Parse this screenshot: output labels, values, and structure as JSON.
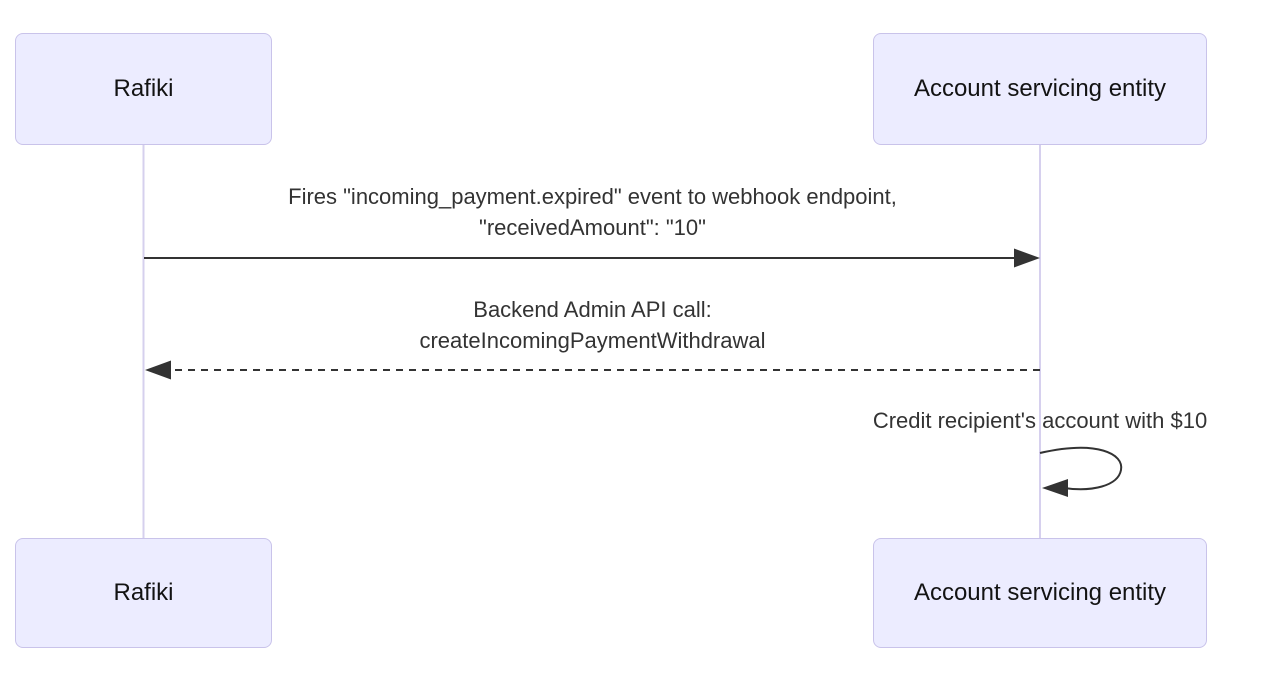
{
  "diagram": {
    "type": "sequence",
    "actors": {
      "left": {
        "label": "Rafiki"
      },
      "right": {
        "label": "Account servicing entity"
      }
    },
    "messages": [
      {
        "from": "Rafiki",
        "to": "Account servicing entity",
        "style": "solid-arrow",
        "line1": "Fires \"incoming_payment.expired\" event to webhook endpoint,",
        "line2": "\"receivedAmount\": \"10\""
      },
      {
        "from": "Account servicing entity",
        "to": "Rafiki",
        "style": "dashed-arrow",
        "line1": "Backend Admin API call:",
        "line2": "createIncomingPaymentWithdrawal"
      },
      {
        "from": "Account servicing entity",
        "to": "Account servicing entity",
        "style": "self-loop-arrow",
        "line1": "Credit recipient's account with $10"
      }
    ],
    "colors": {
      "background": "#FFFFFF",
      "actor_fill": "#ECECFF",
      "actor_border": "#C9C3EA",
      "lifeline": "#D6D0EE",
      "arrow": "#333333",
      "text": "#333333"
    }
  }
}
